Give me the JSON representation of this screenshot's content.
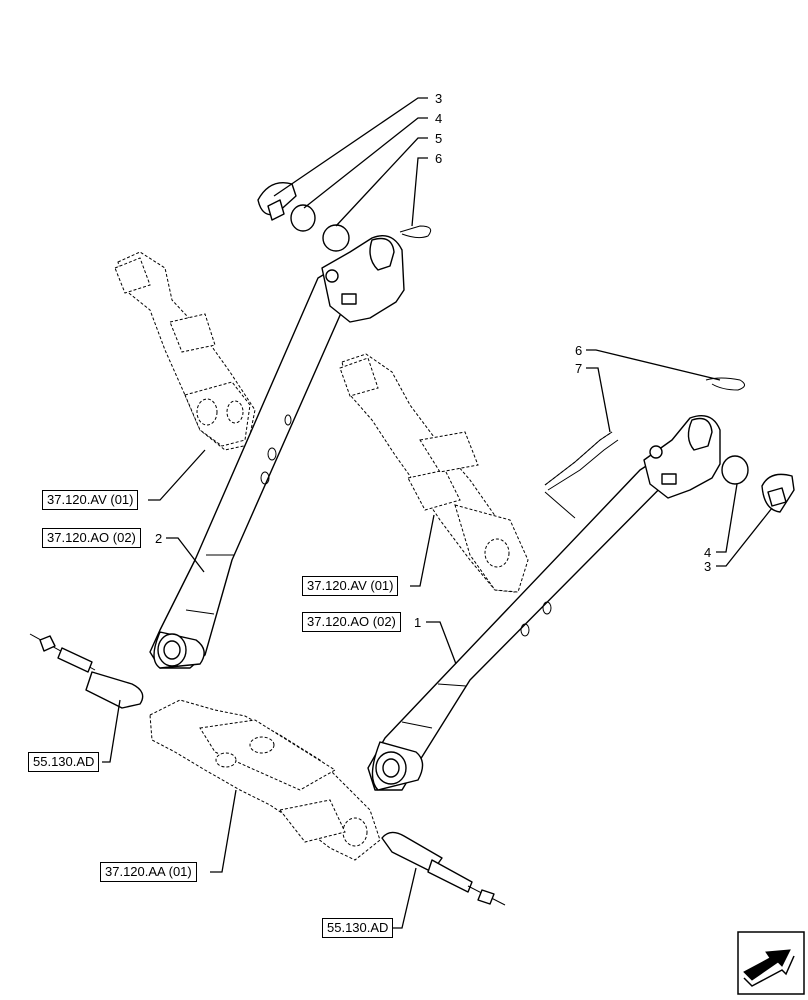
{
  "callouts": [
    "3",
    "4",
    "5",
    "6",
    "6",
    "7",
    "4",
    "3",
    "2",
    "1"
  ],
  "references": {
    "av_left": "37.120.AV (01)",
    "ao_left": "37.120.AO (02)",
    "av_right": "37.120.AV (01)",
    "ao_right": "37.120.AO (02)",
    "ad_left": "55.130.AD",
    "aa": "37.120.AA (01)",
    "ad_right": "55.130.AD"
  },
  "nav_icon": "direction-arrow-icon"
}
